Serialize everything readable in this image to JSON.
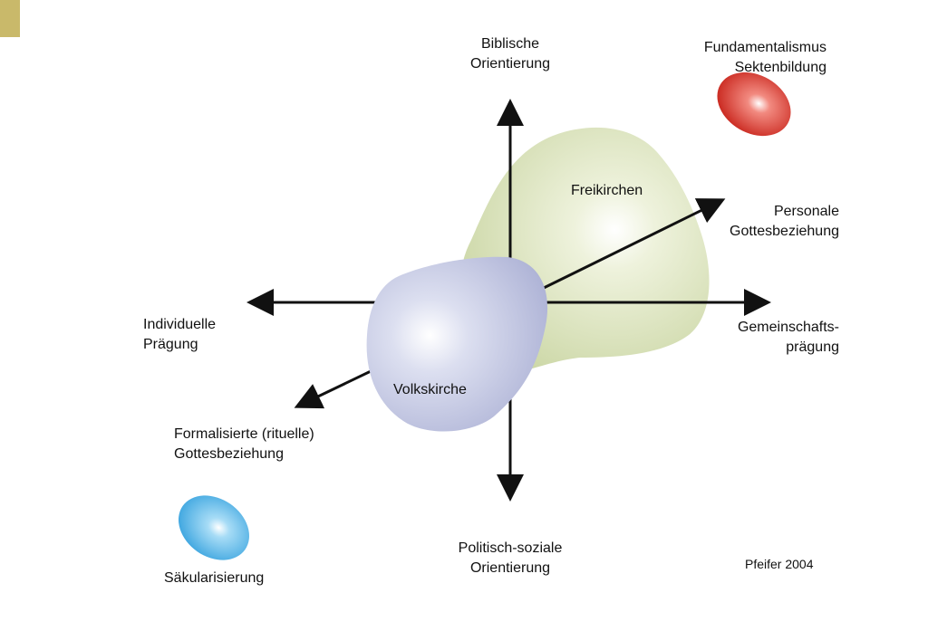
{
  "colors": {
    "corner_tab": "#c9b96a",
    "freikirchen_blob": "#d6dfb8",
    "volkskirche_blob": "#b8bcdb",
    "fundamentalismus_blob": "#d9352b",
    "saekularisierung_blob": "#4fb3e8",
    "arrow": "#111111"
  },
  "labels": {
    "top_axis": [
      "Biblische",
      "Orientierung"
    ],
    "bottom_axis": [
      "Politisch-soziale",
      "Orientierung"
    ],
    "left_axis": [
      "Individuelle",
      "Prägung"
    ],
    "right_axis": [
      "Gemeinschafts-",
      "prägung"
    ],
    "diagonal_upper": [
      "Personale",
      "Gottesbeziehung"
    ],
    "diagonal_lower": [
      "Formalisierte (rituelle)",
      "Gottesbeziehung"
    ],
    "fundamentalismus": [
      "Fundamentalismus",
      "Sektenbildung"
    ],
    "saekularisierung": "Säkularisierung",
    "freikirchen": "Freikirchen",
    "volkskirche": "Volkskirche",
    "credit": "Pfeifer 2004"
  }
}
